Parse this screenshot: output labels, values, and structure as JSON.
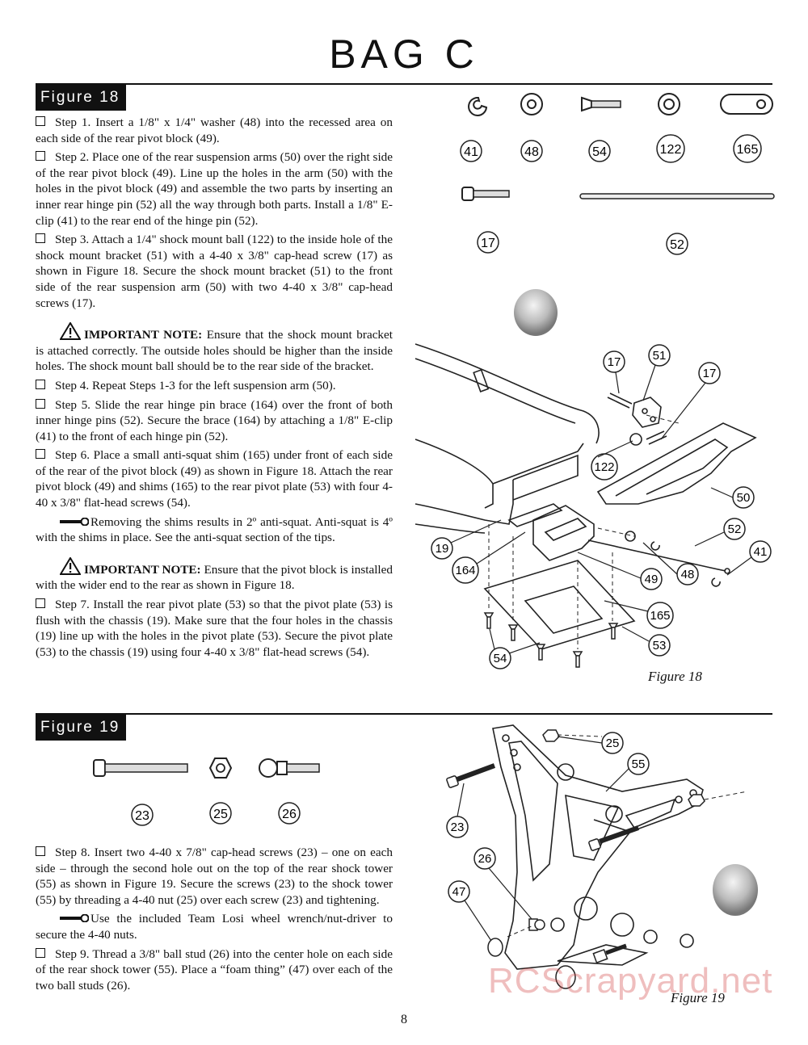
{
  "title": "BAG C",
  "figure18": {
    "label": "Figure 18",
    "caption": "Figure 18",
    "parts_top": [
      "41",
      "48",
      "54",
      "122",
      "165"
    ],
    "parts_row2": [
      "17",
      "52"
    ],
    "callouts": [
      "17",
      "51",
      "17",
      "122",
      "50",
      "52",
      "41",
      "19",
      "164",
      "49",
      "48",
      "165",
      "53",
      "54"
    ]
  },
  "steps1": {
    "s1": "Step 1. Insert a 1/8\" x 1/4\" washer (48) into the recessed area on each side of the rear pivot block (49).",
    "s2": "Step 2. Place one of the rear suspension arms (50) over the right side of the rear pivot block (49). Line up the holes in the arm (50) with the holes in the pivot block (49) and assemble the two parts by inserting an inner rear hinge pin (52) all the way through both parts. Install a 1/8\" E-clip (41) to the rear end of the hinge pin (52).",
    "s3": "Step 3. Attach a 1/4\" shock mount ball (122) to the inside hole of the shock mount bracket (51) with a 4-40 x 3/8\" cap-head screw (17) as shown in Figure 18. Secure the shock mount bracket (51) to the front side of the rear suspension arm (50) with two 4-40 x 3/8\" cap-head screws (17).",
    "note1_head": "IMPORTANT NOTE:",
    "note1_body": " Ensure that the shock mount bracket is attached correctly. The outside holes should be higher than the inside holes. The shock mount ball should be to the rear side of the bracket.",
    "s4": "Step 4. Repeat Steps 1-3 for the left suspension arm (50).",
    "s5": "Step 5. Slide the rear hinge pin brace (164) over the front of both inner hinge pins (52). Secure the brace (164) by attaching a 1/8\" E-clip (41) to the front of each hinge pin (52).",
    "s6": "Step 6. Place a small anti-squat shim (165) under front of each side of the rear of the pivot block (49) as shown in Figure 18. Attach the rear pivot block (49) and shims (165) to the rear pivot plate (53) with four 4-40 x 3/8\" flat-head screws (54).",
    "tip1": "Removing the shims results in 2º anti-squat. Anti-squat is 4º with the shims in place. See the anti-squat section of the tips.",
    "note2_head": "IMPORTANT NOTE:",
    "note2_body": " Ensure that the pivot block is installed with the wider end to the rear as shown in Figure 18.",
    "s7": "Step 7. Install the rear pivot plate (53) so that the pivot plate (53) is flush with the chassis (19). Make sure that the four holes in the chassis (19) line up with the holes in the pivot plate (53). Secure the pivot plate (53) to the chassis (19) using four 4-40 x 3/8\" flat-head screws (54)."
  },
  "figure19": {
    "label": "Figure 19",
    "caption": "Figure 19",
    "parts": [
      "23",
      "25",
      "26"
    ],
    "callouts": [
      "25",
      "55",
      "23",
      "26",
      "47"
    ]
  },
  "steps2": {
    "s8": "Step 8. Insert two 4-40 x 7/8\" cap-head screws (23) – one on each side – through the second hole out on the top of the rear shock tower (55) as shown in Figure 19. Secure the screws (23) to the shock tower (55) by threading a 4-40 nut (25) over each screw (23) and tightening.",
    "tip2": "Use the included Team Losi wheel wrench/nut-driver to secure the 4-40 nuts.",
    "s9": "Step 9. Thread a 3/8\" ball stud (26) into the center hole on each side of the rear shock tower (55). Place a “foam thing” (47) over each of the two ball studs (26)."
  },
  "page_number": "8",
  "watermark": "RCScrapyard.net"
}
